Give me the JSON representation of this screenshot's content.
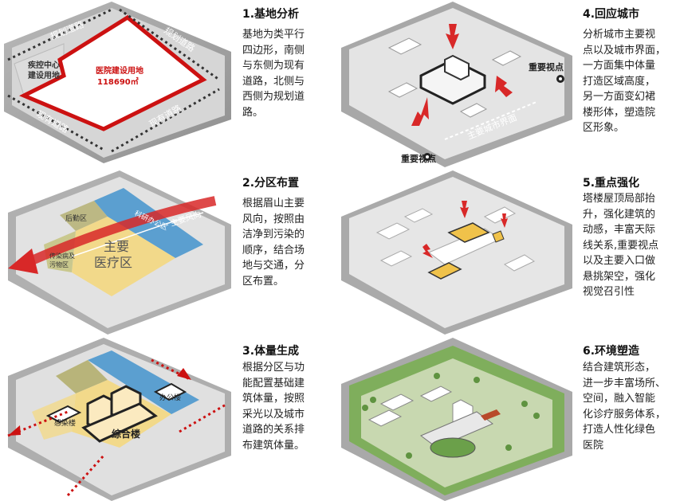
{
  "steps": [
    {
      "title": "1.基地分析",
      "desc_lines": [
        "基地为类平行",
        "四边形，南侧",
        "与东侧为现有",
        "道路，北侧与",
        "西侧为规划道",
        "路。"
      ],
      "labels": {
        "road_plan_n": "规划道路",
        "road_plan_ne": "规划道路",
        "road_exist_sw": "现有道路",
        "road_exist_se": "现有道路",
        "cdc_line1": "疾控中心",
        "cdc_line2": "建设用地",
        "site_name": "医院建设用地",
        "site_area": "118690㎡"
      }
    },
    {
      "title": "2.分区布置",
      "desc_lines": [
        "根据眉山主要",
        "风向，按照由",
        "洁净到污染的",
        "顺序，结合场",
        "地与交通，分",
        "区布置。"
      ],
      "labels": {
        "zone_logistics": "后勤区",
        "zone_research": "科研办公区",
        "wind": "主要风向",
        "zone_main1": "主要",
        "zone_main2": "医疗区",
        "zone_infect1": "传染病及",
        "zone_infect2": "污物区"
      }
    },
    {
      "title": "3.体量生成",
      "desc_lines": [
        "根据分区与功",
        "能配置基础建",
        "筑体量，按照",
        "采光以及城市",
        "道路的关系排",
        "布建筑体量。"
      ],
      "labels": {
        "office": "办公楼",
        "infect": "感染楼",
        "complex": "综合楼"
      }
    },
    {
      "title": "4.回应城市",
      "desc_lines": [
        "分析城市主要视",
        "点以及城市界面，",
        "一方面集中体量",
        "打造区域高度，",
        "另一方面变幻裙",
        "楼形体，塑造院",
        "区形象。"
      ],
      "labels": {
        "viewpoint_right": "重要视点",
        "viewpoint_bottom": "重要视点",
        "city_interface": "主要城市界面"
      }
    },
    {
      "title": "5.重点强化",
      "desc_lines": [
        "塔楼屋顶局部抬",
        "升，强化建筑的",
        "动感，丰富天际",
        "线关系,重要视点",
        "以及主要入口做",
        "悬挑架空，强化",
        "视觉召引性"
      ]
    },
    {
      "title": "6.环境塑造",
      "desc_lines": [
        "结合建筑形态，",
        "进一步丰富场所、",
        "空间，融入智能",
        "化诊疗服务体系，",
        "打造人性化绿色",
        "医院"
      ]
    }
  ],
  "colors": {
    "site_red": "#cc1111",
    "zone_yellow": "#f2d98a",
    "zone_blue": "#5b9fd0",
    "zone_olive": "#b8b47a",
    "arrow_red": "#d82828",
    "green": "#7fae5c"
  }
}
